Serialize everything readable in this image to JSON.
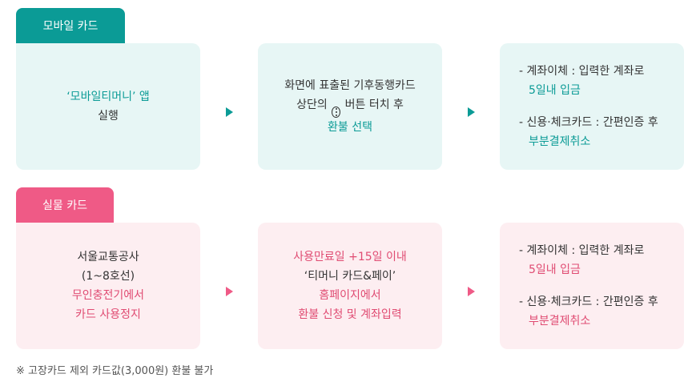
{
  "mobile": {
    "tab_label": "모바일 카드",
    "step1": {
      "line1": "‘모바일티머니’ 앱",
      "line2": "실행"
    },
    "step2": {
      "line1": "화면에 표출된 기후동행카드",
      "line2_pre": "상단의 ",
      "line2_post": " 버튼 터치 후",
      "line3": "환불 선택"
    },
    "step3": {
      "item1_label": "- 계좌이체 : 입력한 계좌로",
      "item1_value": "5일내 입금",
      "item2_label": "- 신용·체크카드 : 간편인증 후",
      "item2_value": "부분결제취소"
    }
  },
  "physical": {
    "tab_label": "실물 카드",
    "step1": {
      "line1": "서울교통공사",
      "line2": "(1~8호선)",
      "line3": "무인충전기에서",
      "line4": "카드 사용정지"
    },
    "step2": {
      "line1": "사용만료일 +15일 이내",
      "line2": "‘티머니 카드&페이’",
      "line3": "홈페이지에서",
      "line4": "환불 신청 및 계좌입력"
    },
    "step3": {
      "item1_label": "- 계좌이체 : 입력한 계좌로",
      "item1_value": "5일내 입금",
      "item2_label": "- 신용·체크카드 : 간편인증 후",
      "item2_value": "부분결제취소"
    }
  },
  "note": "※ 고장카드 제외 카드값(3,000원) 환불 불가",
  "icons": {
    "menu": "vertical-dots-icon"
  },
  "colors": {
    "teal": "#0b9b96",
    "pink": "#ef5a86",
    "teal_bg": "#e7f6f5",
    "pink_bg": "#fdeef1"
  }
}
